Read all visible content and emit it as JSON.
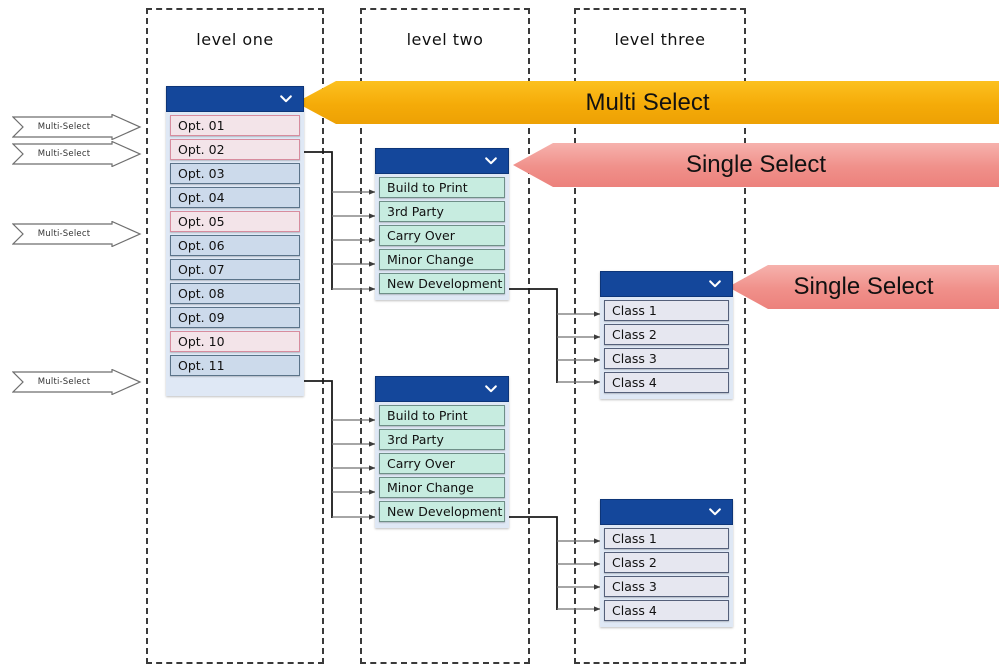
{
  "columns": [
    {
      "title": "level one"
    },
    {
      "title": "level two"
    },
    {
      "title": "level three"
    }
  ],
  "banners": [
    {
      "label": "Multi Select",
      "color": "#f5ab08",
      "kind": "multi"
    },
    {
      "label": "Single Select",
      "color": "#f0908a",
      "kind": "single"
    },
    {
      "label": "Single Select",
      "color": "#f0908a",
      "kind": "single"
    }
  ],
  "ribbons": [
    {
      "label": "Multi-Select",
      "target": "Opt. 01"
    },
    {
      "label": "Multi-Select",
      "target": "Opt. 02"
    },
    {
      "label": "Multi-Select",
      "target": "Opt. 05"
    },
    {
      "label": "Multi-Select",
      "target": "Opt. 10"
    }
  ],
  "icons": {
    "chevron_down": "chevron-down-icon"
  },
  "level_one": {
    "name": "level-one-dropdown",
    "items": [
      {
        "label": "Opt. 01",
        "selected": true
      },
      {
        "label": "Opt. 02",
        "selected": true
      },
      {
        "label": "Opt. 03",
        "selected": false
      },
      {
        "label": "Opt. 04",
        "selected": false
      },
      {
        "label": "Opt. 05",
        "selected": true
      },
      {
        "label": "Opt. 06",
        "selected": false
      },
      {
        "label": "Opt. 07",
        "selected": false
      },
      {
        "label": "Opt. 08",
        "selected": false
      },
      {
        "label": "Opt. 09",
        "selected": false
      },
      {
        "label": "Opt. 10",
        "selected": true
      },
      {
        "label": "Opt. 11",
        "selected": false
      }
    ]
  },
  "level_two_a": {
    "name": "level-two-dropdown-upper",
    "items": [
      {
        "label": "Build to Print"
      },
      {
        "label": "3rd Party"
      },
      {
        "label": "Carry Over"
      },
      {
        "label": "Minor Change"
      },
      {
        "label": "New Development"
      }
    ]
  },
  "level_two_b": {
    "name": "level-two-dropdown-lower",
    "items": [
      {
        "label": "Build to Print"
      },
      {
        "label": "3rd Party"
      },
      {
        "label": "Carry Over"
      },
      {
        "label": "Minor Change"
      },
      {
        "label": "New Development"
      }
    ]
  },
  "level_three_a": {
    "name": "level-three-dropdown-upper",
    "items": [
      {
        "label": "Class 1"
      },
      {
        "label": "Class 2"
      },
      {
        "label": "Class 3"
      },
      {
        "label": "Class 4"
      }
    ]
  },
  "level_three_b": {
    "name": "level-three-dropdown-lower",
    "items": [
      {
        "label": "Class 1"
      },
      {
        "label": "Class 2"
      },
      {
        "label": "Class 3"
      },
      {
        "label": "Class 4"
      }
    ]
  }
}
